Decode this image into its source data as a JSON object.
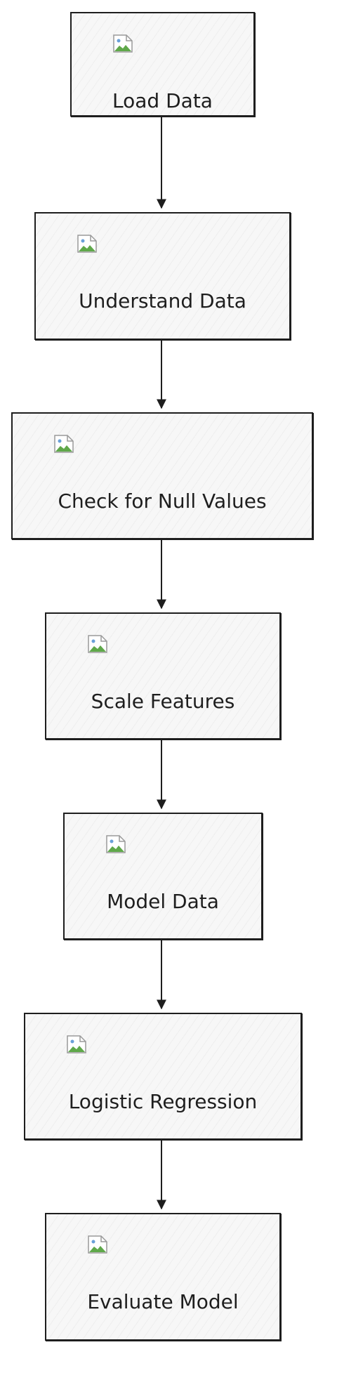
{
  "diagram": {
    "nodes": [
      {
        "id": "load-data",
        "label": "Load Data"
      },
      {
        "id": "understand-data",
        "label": "Understand Data"
      },
      {
        "id": "check-null-values",
        "label": "Check for Null Values"
      },
      {
        "id": "scale-features",
        "label": "Scale Features"
      },
      {
        "id": "model-data",
        "label": "Model Data"
      },
      {
        "id": "logistic-regression",
        "label": "Logistic Regression"
      },
      {
        "id": "evaluate-model",
        "label": "Evaluate Model"
      }
    ],
    "edges": [
      {
        "from": "load-data",
        "to": "understand-data"
      },
      {
        "from": "understand-data",
        "to": "check-null-values"
      },
      {
        "from": "check-null-values",
        "to": "scale-features"
      },
      {
        "from": "scale-features",
        "to": "model-data"
      },
      {
        "from": "model-data",
        "to": "logistic-regression"
      },
      {
        "from": "logistic-regression",
        "to": "evaluate-model"
      }
    ],
    "node_icon": "broken-image-icon",
    "colors": {
      "stroke": "#1e1e1e",
      "fill": "#f7f7f7"
    }
  }
}
